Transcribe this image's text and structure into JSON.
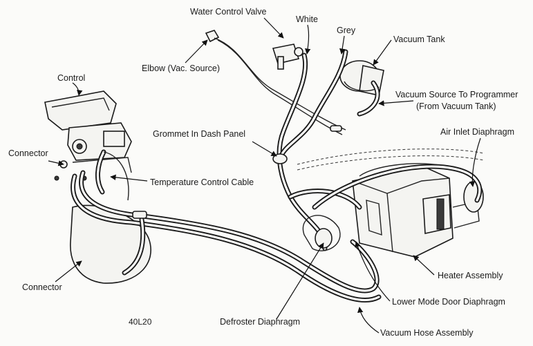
{
  "diagram": {
    "figure_code": "40L20",
    "labels": {
      "water_control_valve": "Water Control Valve",
      "white": "White",
      "grey": "Grey",
      "vacuum_tank": "Vacuum Tank",
      "elbow": "Elbow (Vac. Source)",
      "control": "Control",
      "vacuum_source_line1": "Vacuum Source To Programmer",
      "vacuum_source_line2": "(From Vacuum Tank)",
      "grommet": "Grommet In Dash Panel",
      "air_inlet": "Air Inlet Diaphragm",
      "connector_top": "Connector",
      "temp_cable": "Temperature Control Cable",
      "heater": "Heater Assembly",
      "connector_bottom": "Connector",
      "lower_mode": "Lower Mode Door Diaphragm",
      "defroster": "Defroster Diaphragm",
      "vacuum_hose": "Vacuum Hose Assembly"
    }
  }
}
